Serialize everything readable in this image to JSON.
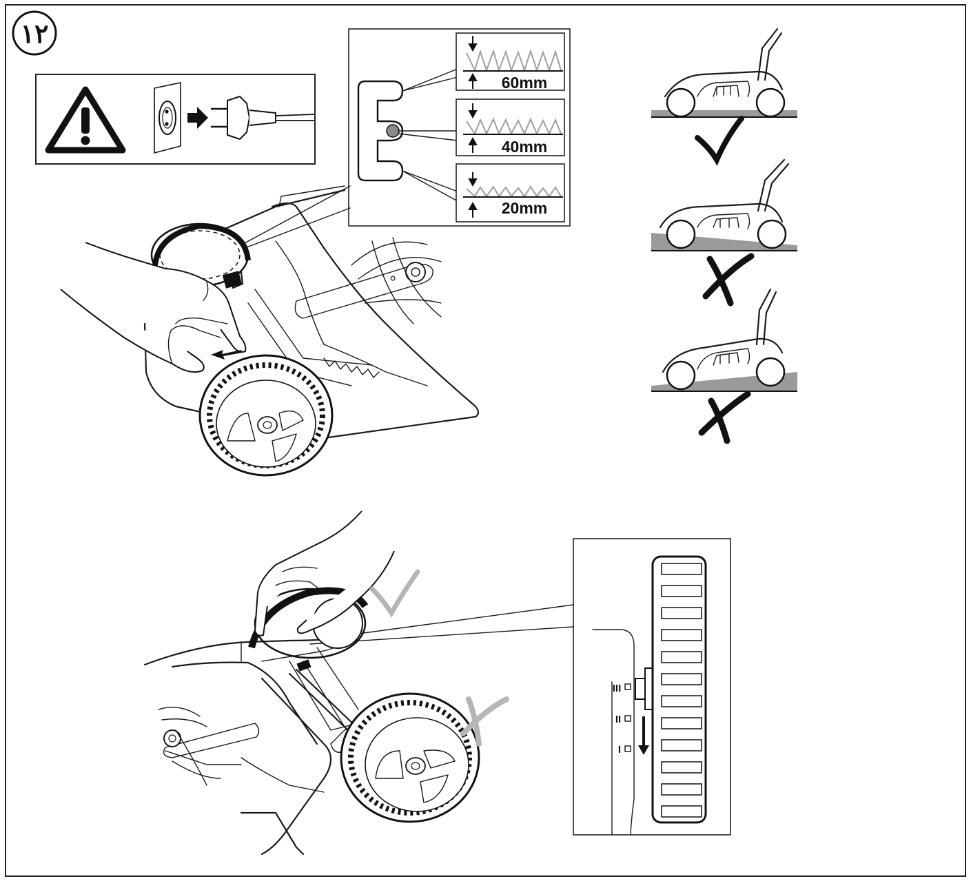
{
  "page": {
    "step_number": "١٢"
  },
  "height_panel": {
    "settings": [
      {
        "label": "60mm"
      },
      {
        "label": "40mm"
      },
      {
        "label": "20mm"
      }
    ]
  },
  "wheel_detail": {
    "positions": [
      "III",
      "II",
      "I"
    ]
  },
  "colors": {
    "line": "#1a1a1a",
    "ground": "#9a9a9a",
    "selected_knob": "#8a8a8a",
    "hint_mark": "#b5b5b5"
  }
}
